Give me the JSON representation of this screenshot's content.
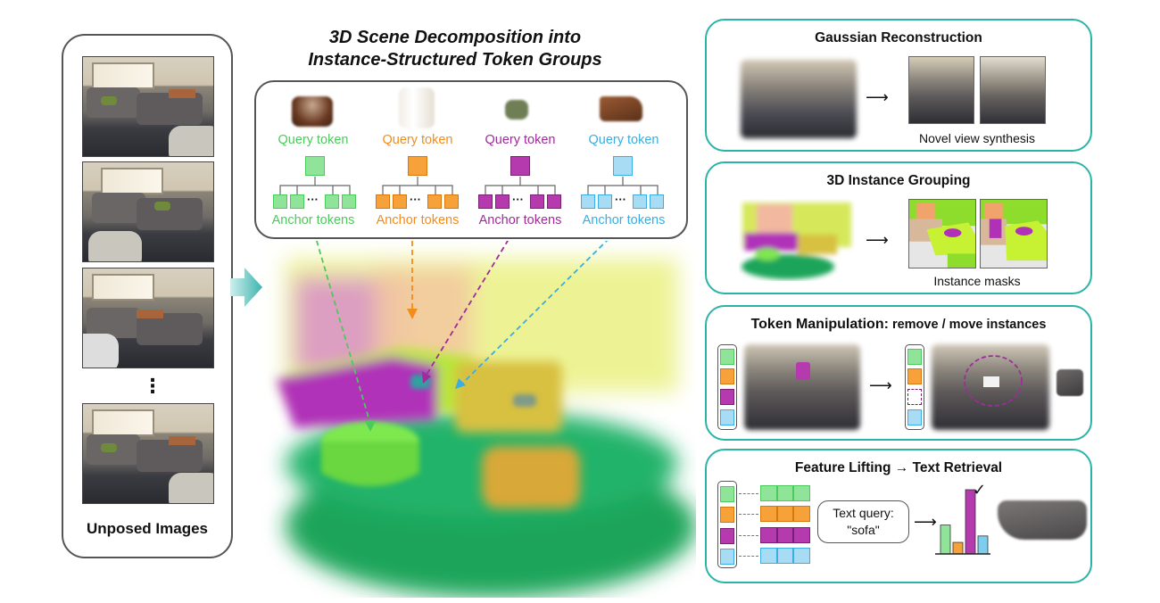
{
  "left": {
    "label": "Unposed Images",
    "dots": "⋮"
  },
  "center": {
    "title_line1": "3D Scene Decomposition into",
    "title_line2": "Instance-Structured Token Groups",
    "groups": [
      {
        "query_label": "Query token",
        "anchor_label": "Anchor tokens",
        "color": "#4cca5c",
        "fill": "#8fe49a",
        "object": "table"
      },
      {
        "query_label": "Query token",
        "anchor_label": "Anchor tokens",
        "color": "#f28c1a",
        "fill": "#f7a13a",
        "object": "window"
      },
      {
        "query_label": "Query token",
        "anchor_label": "Anchor tokens",
        "color": "#a02b9a",
        "fill": "#b43aae",
        "object": "pillow"
      },
      {
        "query_label": "Query token",
        "anchor_label": "Anchor tokens",
        "color": "#3aaee0",
        "fill": "#a8dcf5",
        "object": "side-table"
      }
    ],
    "ellipsis": "···"
  },
  "panels": {
    "gaussian": {
      "title": "Gaussian Reconstruction",
      "caption": "Novel view synthesis"
    },
    "grouping": {
      "title": "3D Instance Grouping",
      "caption": "Instance masks"
    },
    "manipulation": {
      "title_bold": "Token Manipulation:",
      "title_rest": " remove / move instances"
    },
    "feature": {
      "title": "Feature Lifting → Text Retrieval",
      "query_line1": "Text query:",
      "query_line2": "\"sofa\"",
      "check": "✓"
    }
  },
  "colors": {
    "green": "#4cca5c",
    "orange": "#f28c1a",
    "purple": "#a02b9a",
    "blue": "#3aaee0",
    "teal": "#2bb3a8"
  },
  "chart_data": {
    "type": "bar",
    "categories": [
      "green",
      "orange",
      "purple",
      "blue"
    ],
    "values": [
      0.45,
      0.18,
      1.0,
      0.28
    ],
    "colors": [
      "#8fe49a",
      "#f7a13a",
      "#b43aae",
      "#7dcdee"
    ],
    "ylim": [
      0,
      1
    ]
  }
}
